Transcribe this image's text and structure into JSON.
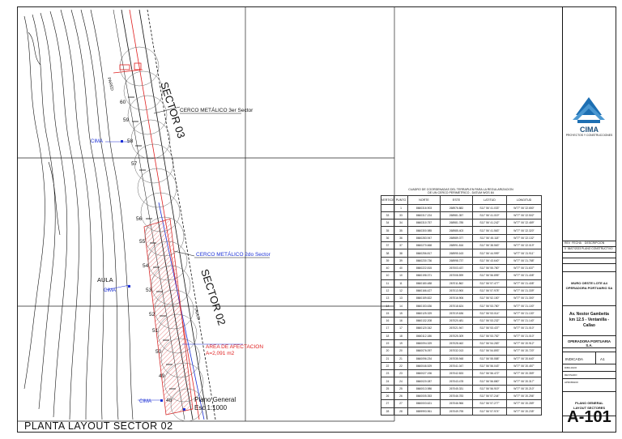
{
  "drawing": {
    "title": "PLANTA LAYOUT SECTOR 02",
    "labels": {
      "sector03": "SECTOR 03",
      "sector02": "SECTOR 02",
      "cerco3": "CERCO METÁLICO 3er Sector",
      "cerco2": "CERCO METÁLICO 2do Sector",
      "cima_top": "CIMA",
      "cima_mid": "CIMA",
      "cima_bottom": "CIMA",
      "aula": "AULA",
      "area": "AREA DE AFECTACION",
      "area_value": "A=2,091 m2",
      "plano": "Plano General",
      "escala": "Esc 1:1000",
      "pared": "PARED",
      "talud": "TALUD"
    },
    "point_numbers": [
      "60",
      "59",
      "58",
      "57",
      "56",
      "55",
      "54",
      "53",
      "52",
      "51",
      "50",
      "49",
      "48"
    ]
  },
  "coord_table": {
    "title_line1": "CUADRO DE COORDENADAS DEL TERRAPLEN PARA LA REGULARIZACION",
    "title_line2": "DE UN CERCO PERIMETRICO - DATUM WGS 84",
    "side_header": "VERTICE",
    "headers": [
      "PUNTO",
      "NORTE",
      "ESTE",
      "LATITUD",
      "LONGITUD"
    ],
    "rows": [
      [
        "",
        "1",
        "8660316.903",
        "268976.882",
        "S11° 56' 41.033\"",
        "W77° 06' 22.650\""
      ],
      [
        "33",
        "33",
        "8660317.224",
        "268981.357",
        "S11° 56' 41.019\"",
        "W77° 06' 22.502\""
      ],
      [
        "34",
        "34",
        "8660310.757",
        "268981.785",
        "S11° 56' 41.242\"",
        "W77° 06' 22.489\""
      ],
      [
        "35",
        "35",
        "8660300.985",
        "268985.403",
        "S11° 56' 41.563\"",
        "W77° 06' 22.320\""
      ],
      [
        "36",
        "36",
        "8660283.947",
        "268989.377",
        "S11° 56' 45.118\"",
        "W77° 06' 22.132\""
      ],
      [
        "37",
        "37",
        "8660270.668",
        "268991.816",
        "S11° 56' 38.563\"",
        "W77° 06' 22.019\""
      ],
      [
        "38",
        "38",
        "8660256.817",
        "268995.163",
        "S11° 56' 44.999\"",
        "W77° 06' 21.911\""
      ],
      [
        "39",
        "39",
        "8660230.736",
        "268998.737",
        "S11° 56' 43.640\"",
        "W77° 06' 21.788\""
      ],
      [
        "40",
        "40",
        "8660222.815",
        "267003.437",
        "S11° 56' 55.780\"",
        "W77° 06' 21.637\""
      ],
      [
        "10",
        "10",
        "8660198.371",
        "267008.599",
        "S11° 56' 56.895\"",
        "W77° 06' 21.408\""
      ],
      [
        "11",
        "11",
        "8660180.488",
        "267011.862",
        "S11° 56' 57.477\"",
        "W77° 06' 21.408\""
      ],
      [
        "12",
        "12",
        "8660166.427",
        "267013.900",
        "S11° 56' 57.978\"",
        "W77° 06' 21.339\""
      ],
      [
        "13",
        "13",
        "8660159.822",
        "267016.906",
        "S11° 56' 52.150\"",
        "W77° 06' 21.300\""
      ],
      [
        "14",
        "14",
        "8660153.636",
        "267018.624",
        "S11° 56' 53.780\"",
        "W77° 06' 21.100\""
      ],
      [
        "15",
        "15",
        "8660125.329",
        "267019.636",
        "S11° 56' 53.014\"",
        "W77° 06' 21.130\""
      ],
      [
        "16",
        "16",
        "8660132.208",
        "267020.481",
        "S11° 56' 53.232\"",
        "W77° 06' 21.140\""
      ],
      [
        "17",
        "17",
        "8660120.342",
        "267021.947",
        "S11° 56' 53.437\"",
        "W77° 06' 21.010\""
      ],
      [
        "18",
        "18",
        "8660112.186",
        "267025.309",
        "S11° 56' 53.752\"",
        "W77° 06' 21.010\""
      ],
      [
        "19",
        "19",
        "8660094.329",
        "267028.462",
        "S11° 56' 54.283\"",
        "W77° 06' 20.912\""
      ],
      [
        "20",
        "20",
        "8660076.097",
        "267032.013",
        "S11° 56' 54.893\"",
        "W77° 06' 20.720\""
      ],
      [
        "21",
        "21",
        "8660096.234",
        "267035.948",
        "S11° 56' 55.558\"",
        "W77° 06' 20.640\""
      ],
      [
        "22",
        "22",
        "8660046.529",
        "267041.047",
        "S11° 56' 56.043\"",
        "W77° 06' 20.457\""
      ],
      [
        "23",
        "23",
        "8660027.196",
        "267042.833",
        "S11° 56' 56.472\"",
        "W77° 06' 20.359\""
      ],
      [
        "24",
        "24",
        "8660020.087",
        "267043.478",
        "S11° 56' 56.880\"",
        "W77° 06' 20.317\""
      ],
      [
        "25",
        "25",
        "8660013.986",
        "267045.331",
        "S11° 56' 56.919\"",
        "W77° 06' 20.210\""
      ],
      [
        "26",
        "26",
        "8660005.353",
        "267046.783",
        "S11° 56' 57.244\"",
        "W77° 06' 20.256\""
      ],
      [
        "27",
        "27",
        "8660003.621",
        "267046.966",
        "S11° 56' 57.277\"",
        "W77° 06' 20.289\""
      ],
      [
        "28",
        "28",
        "8659993.961",
        "267049.795",
        "S11° 56' 57.974\"",
        "W77° 06' 20.235\""
      ]
    ]
  },
  "title_block": {
    "logo_name": "CIMA",
    "logo_sub": "PROYECTOS Y CONSTRUCCIONES",
    "rev_headers": [
      "REV",
      "FECHA",
      "DESCRIPCION"
    ],
    "rev_row": [
      "0",
      "06/07/2023",
      "PLANO CONSTRUCTIVO"
    ],
    "project_line1": "MURO OESTE LOTE A4",
    "project_line2": "OPERADORA PORTUARIO SA",
    "address_line1": "Av. Nestor Gambetta",
    "address_line2": "km 12.5 - Ventanilla -",
    "address_line3": "Callao",
    "client": "OPERADORA PORTUARIA S.A.",
    "scale_label": "INDICADA",
    "sheet_size": "A1",
    "dibujo_label": "DIBUJADO",
    "revision_label": "REVISADO",
    "aprobado_label": "APROBADO",
    "plan_line1": "PLANO GENERAL",
    "plan_line2": "LAYOUT SECTORES",
    "sheet_number": "A-101"
  },
  "colors": {
    "red": "#e02020",
    "blue": "#1a2fd6",
    "hatch": "#d63030",
    "logo_blue": "#1d6fb3"
  }
}
